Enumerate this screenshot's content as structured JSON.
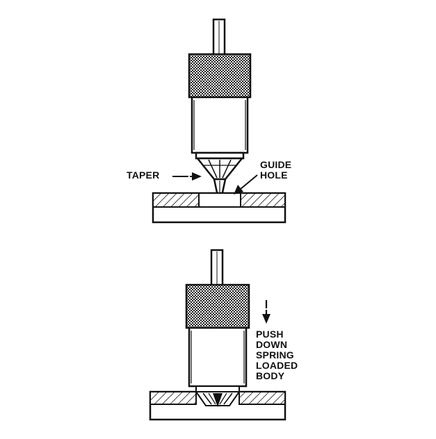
{
  "figure": {
    "labels": {
      "taper": "TAPER",
      "guide_hole": [
        "GUIDE",
        "HOLE"
      ],
      "push_down": [
        "PUSH",
        "DOWN",
        "SPRING",
        "LOADED",
        "BODY"
      ]
    },
    "colors": {
      "ink": "#111111",
      "paper": "#ffffff"
    }
  }
}
